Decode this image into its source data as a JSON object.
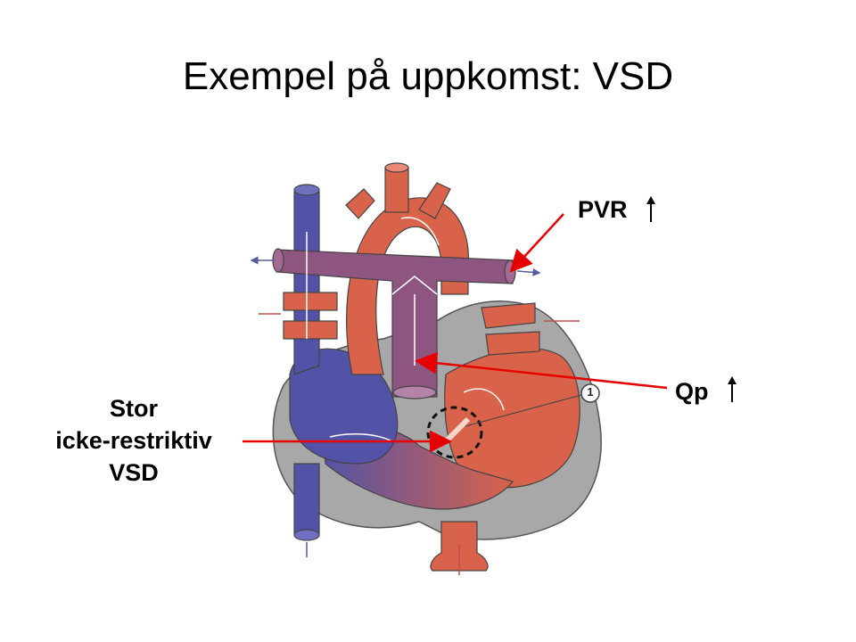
{
  "title": "Exempel på uppkomst: VSD",
  "labels": {
    "pvr": "PVR",
    "qp": "Qp",
    "vsd_line1": "Stor",
    "vsd_line2": "icke-restriktiv",
    "vsd_line3": "VSD",
    "marker_number": "1"
  },
  "colors": {
    "oxygenated": "#d9634a",
    "deoxygenated": "#5252a6",
    "mixed": "#8e5580",
    "heart_wall": "#a8a8a8",
    "annotation_arrow": "#e60000"
  }
}
